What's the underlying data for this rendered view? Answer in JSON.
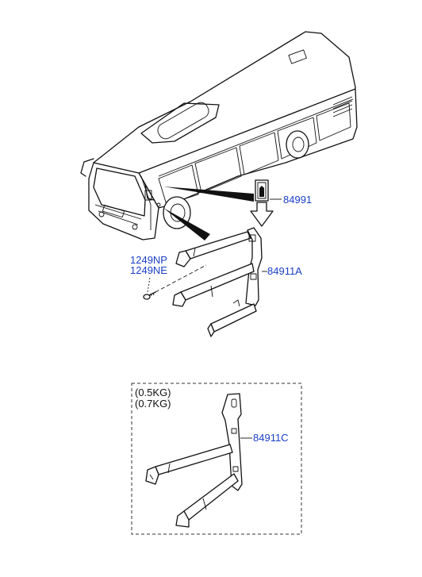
{
  "parts": {
    "extinguisher": "84991",
    "bracket_main": "84911A",
    "screw_1": "1249NP",
    "screw_2": "1249NE",
    "bracket_optional": "84911C"
  },
  "option_box": {
    "weight_1": "(0.5KG)",
    "weight_2": "(0.7KG)"
  }
}
